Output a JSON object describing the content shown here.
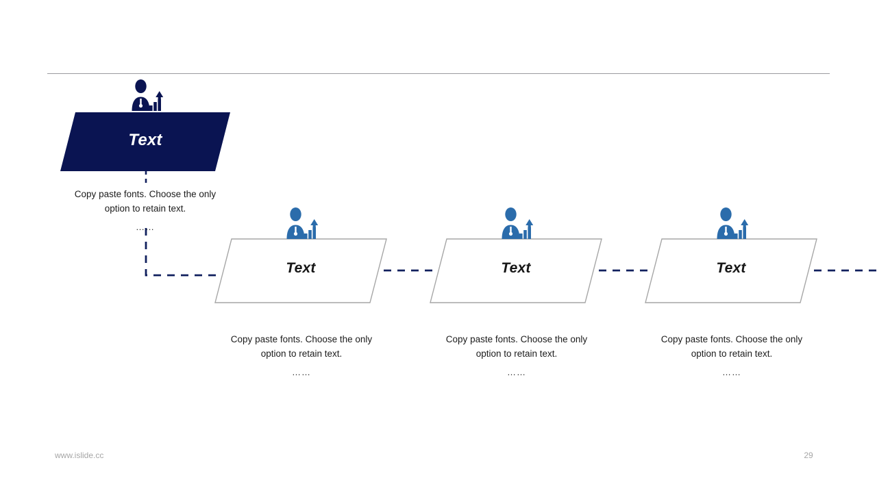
{
  "slide": {
    "page_number": "29",
    "footer_url": "www.islide.cc",
    "divider_color": "#9a9a9f",
    "background": "#ffffff"
  },
  "theme": {
    "primary_fill": "#0a1452",
    "primary_text": "#ffffff",
    "secondary_fill": "#ffffff",
    "secondary_border": "#a6a6a6",
    "secondary_text": "#161616",
    "icon_primary_color": "#0a1452",
    "icon_secondary_color": "#2b6cab",
    "connector_color": "#11205e",
    "footer_text_color": "#a6a6a6"
  },
  "nodes": [
    {
      "id": "node-1",
      "variant": "primary",
      "label": "Text",
      "icon": "businessperson-growth-chart-icon",
      "caption": "Copy paste fonts. Choose the only option to retain text.",
      "caption_ellipsis": "……"
    },
    {
      "id": "node-2",
      "variant": "secondary",
      "label": "Text",
      "icon": "businessperson-growth-chart-icon",
      "caption": "Copy paste fonts. Choose the only option to retain text.",
      "caption_ellipsis": "……"
    },
    {
      "id": "node-3",
      "variant": "secondary",
      "label": "Text",
      "icon": "businessperson-growth-chart-icon",
      "caption": "Copy paste fonts. Choose the only option to retain text.",
      "caption_ellipsis": "……"
    },
    {
      "id": "node-4",
      "variant": "secondary",
      "label": "Text",
      "icon": "businessperson-growth-chart-icon",
      "caption": "Copy paste fonts. Choose the only option to retain text.",
      "caption_ellipsis": "……"
    }
  ]
}
